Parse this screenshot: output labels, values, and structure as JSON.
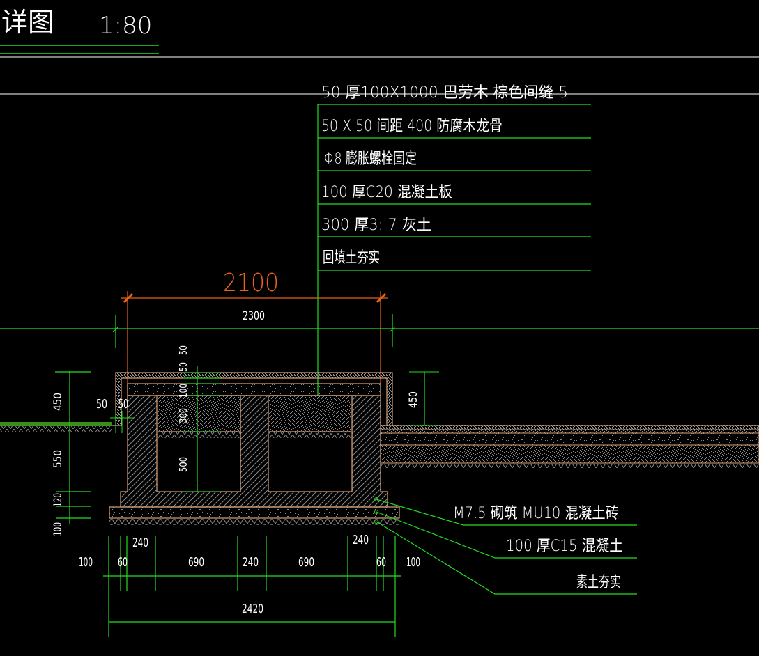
{
  "title": {
    "text": "详图",
    "scale": "1:80"
  },
  "colors": {
    "background": "#000000",
    "dimension_line": "#22dd22",
    "outline": "#d9a27a",
    "dimension_accent": "#e8601a",
    "text": "#ffffff",
    "fill_gray": "#8a8a8a",
    "grass": "#4caf22"
  },
  "layer_callouts": [
    {
      "text": "50 厚100X1000    巴劳木   棕色间缝  5"
    },
    {
      "text": "50 X 50 间距 400 防腐木龙骨"
    },
    {
      "text": "Φ8 膨胀螺栓固定"
    },
    {
      "text": "100  厚C20  混凝土板"
    },
    {
      "text": "300  厚3: 7 灰土"
    },
    {
      "text": "回填土夯实"
    }
  ],
  "foundation_callouts": [
    {
      "text": "M7.5  砌筑 MU10  混凝土砖"
    },
    {
      "text": "100  厚C15  混凝土"
    },
    {
      "text": "素土夯实"
    }
  ],
  "dimensions": {
    "top_orange": "2100",
    "top_white": "2300",
    "vertical_left": [
      "450",
      "550",
      "120",
      "100"
    ],
    "cover_offsets": [
      "50",
      "50"
    ],
    "vertical_inner": [
      "50",
      "50",
      "100",
      "300",
      "500"
    ],
    "right_step": "450",
    "bottom_row": [
      "100",
      "60",
      "240",
      "690",
      "240",
      "690",
      "240",
      "60",
      "100"
    ],
    "bottom_upper_labels": [
      "240",
      "240"
    ],
    "overall_bottom": "2420"
  }
}
